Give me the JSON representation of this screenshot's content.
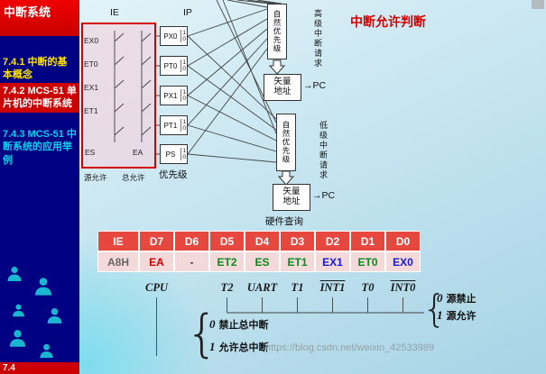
{
  "sidebar": {
    "title": "中断系统",
    "items": [
      {
        "label": "7.4.1 中断的基本概念",
        "color": "#ffe400"
      },
      {
        "label": "7.4.2 MCS-51 单片机的中断系统",
        "color": "#ffffff"
      },
      {
        "label": "7.4.3 MCS-51 中断系统的应用举例",
        "color": "#00d4f0"
      }
    ],
    "bottom_label": "7.4"
  },
  "diagram": {
    "annotation": "中断允许判断",
    "ie": {
      "label": "IE",
      "switch_labels": [
        "EX0",
        "ET0",
        "EX1",
        "ET1",
        "ES"
      ],
      "ea_label": "EA",
      "source_enable_label": "源允许",
      "global_enable_label": "总允许"
    },
    "ip": {
      "label": "IP",
      "caption": "优先级",
      "boxes": [
        {
          "name": "PX0",
          "high": "1",
          "low": "0"
        },
        {
          "name": "PT0",
          "high": "1",
          "low": "0"
        },
        {
          "name": "PX1",
          "high": "1",
          "low": "0"
        },
        {
          "name": "PT1",
          "high": "1",
          "low": "0"
        },
        {
          "name": "PS",
          "high": "1",
          "low": "0"
        }
      ]
    },
    "high_chain": {
      "priority_box": "自然优先级",
      "request_label": "高级中断请求",
      "vector_box": "矢量地址",
      "to_pc": "→PC"
    },
    "low_chain": {
      "priority_box": "自然优先级",
      "request_label": "低级中断请求",
      "vector_box": "矢量地址",
      "to_pc": "→PC"
    },
    "hardware_query": "硬件查询"
  },
  "register_table": {
    "header": [
      "IE",
      "D7",
      "D6",
      "D5",
      "D4",
      "D3",
      "D2",
      "D1",
      "D0"
    ],
    "address": "A8H",
    "bits": [
      {
        "text": "EA",
        "color": "#d40000"
      },
      {
        "text": "-",
        "color": "#444444"
      },
      {
        "text": "ET2",
        "color": "#0a8a1a"
      },
      {
        "text": "ES",
        "color": "#0a8a1a"
      },
      {
        "text": "ET1",
        "color": "#0a8a1a"
      },
      {
        "text": "EX1",
        "color": "#1a1ac8"
      },
      {
        "text": "ET0",
        "color": "#0a8a1a"
      },
      {
        "text": "EX0",
        "color": "#1a1ac8"
      }
    ],
    "signals": [
      {
        "text": "CPU",
        "overline": false
      },
      {
        "text": "T2",
        "overline": false
      },
      {
        "text": "UART",
        "overline": false
      },
      {
        "text": "T1",
        "overline": false
      },
      {
        "text": "INT1",
        "overline": true
      },
      {
        "text": "T0",
        "overline": false
      },
      {
        "text": "INT0",
        "overline": true
      }
    ],
    "brace": "{",
    "legend_left": [
      {
        "bit": "0",
        "text": "禁止总中断"
      },
      {
        "bit": "1",
        "text": "允许总中断"
      }
    ],
    "legend_right": [
      {
        "bit": "0",
        "text": "源禁止"
      },
      {
        "bit": "1",
        "text": "源允许"
      }
    ]
  },
  "watermark": "https://blog.csdn.net/weixin_42533989"
}
